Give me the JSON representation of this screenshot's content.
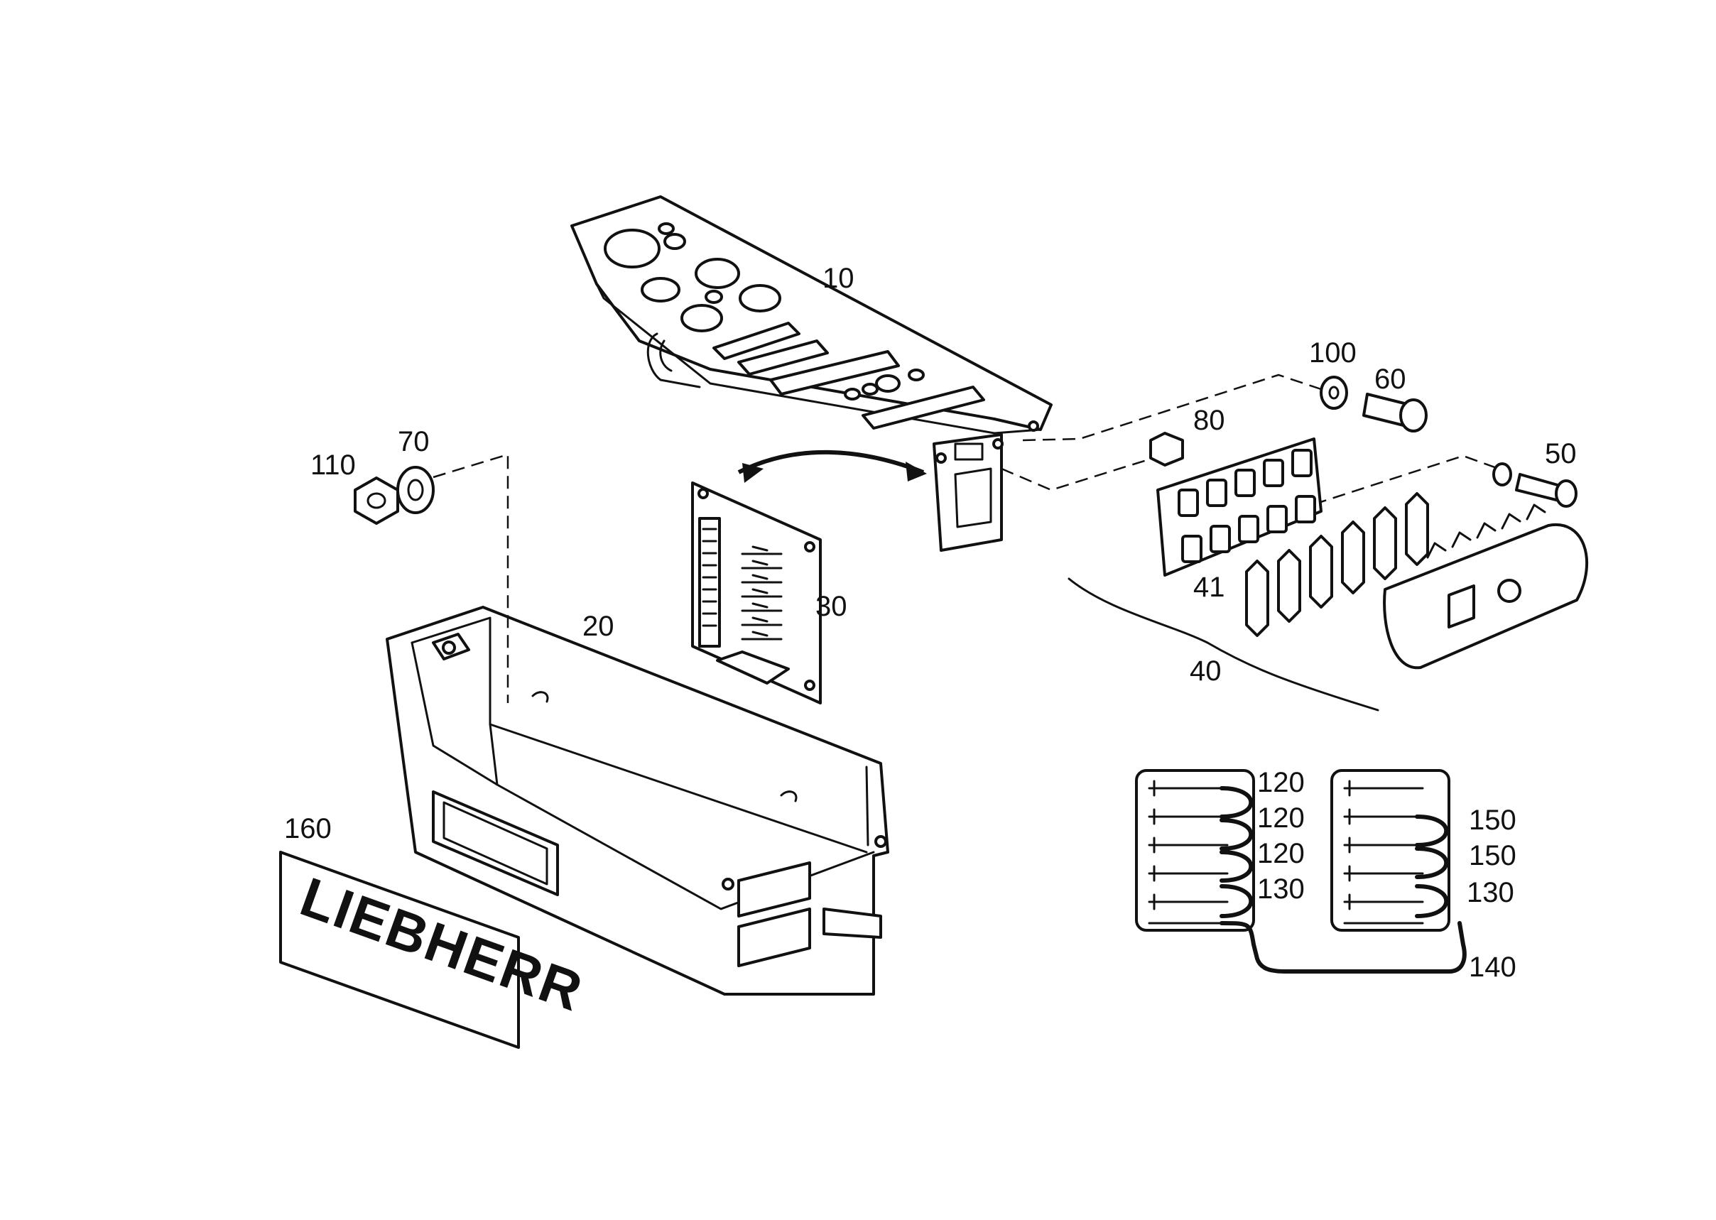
{
  "callouts": {
    "c10": "10",
    "c20": "20",
    "c30": "30",
    "c40": "40",
    "c41": "41",
    "c50": "50",
    "c60": "60",
    "c70": "70",
    "c80": "80",
    "c100": "100",
    "c110": "110",
    "c120a": "120",
    "c120b": "120",
    "c120c": "120",
    "c130a": "130",
    "c130b": "130",
    "c140": "140",
    "c150a": "150",
    "c150b": "150",
    "c160": "160"
  },
  "logo": {
    "text": "LIEBHERR"
  },
  "colors": {
    "ink": "#111111",
    "paper": "#ffffff"
  }
}
